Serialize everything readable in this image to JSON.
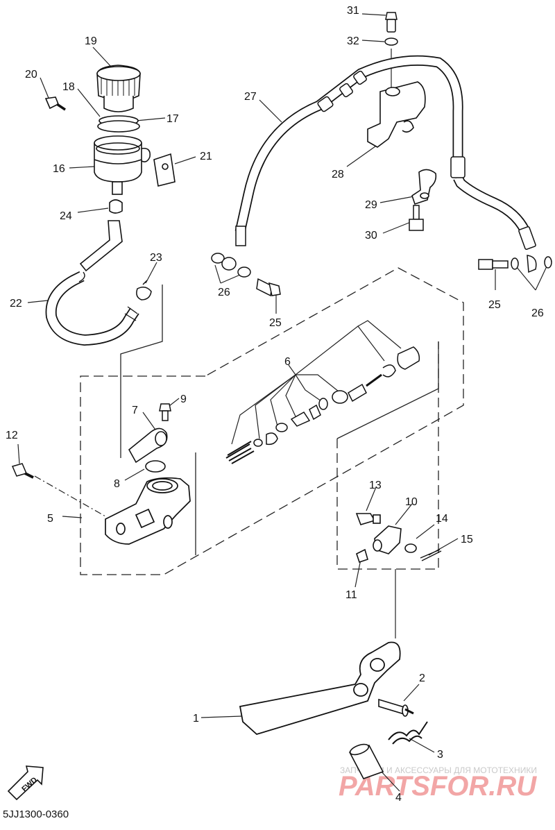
{
  "diagram_code": "5JJ1300-0360",
  "fwd_label": "FWD",
  "watermark": {
    "tagline": "ЗАПЧАСТИ И АКСЕССУАРЫ ДЛЯ МОТОТЕХНИКИ",
    "brand": "PARTSFOR.RU"
  },
  "callouts": {
    "c1": "1",
    "c2": "2",
    "c3": "3",
    "c4": "4",
    "c5": "5",
    "c6": "6",
    "c7": "7",
    "c8": "8",
    "c9": "9",
    "c10": "10",
    "c11": "11",
    "c12": "12",
    "c13": "13",
    "c14": "14",
    "c15": "15",
    "c16": "16",
    "c17": "17",
    "c18": "18",
    "c19": "19",
    "c20": "20",
    "c21": "21",
    "c22": "22",
    "c23": "23",
    "c24": "24",
    "c25a": "25",
    "c25b": "25",
    "c26a": "26",
    "c26b": "26",
    "c27": "27",
    "c28": "28",
    "c29": "29",
    "c30": "30",
    "c31": "31",
    "c32": "32"
  }
}
